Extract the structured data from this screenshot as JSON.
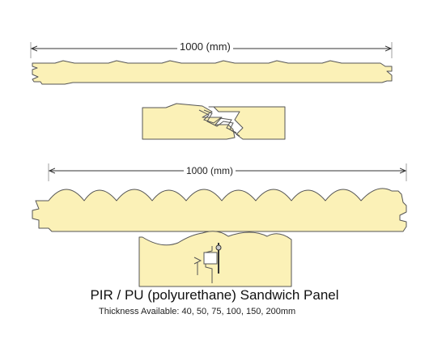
{
  "dimensions": {
    "top_width": "1000 (mm)",
    "bottom_width": "1000 (mm)"
  },
  "caption": {
    "title": "PIR / PU (polyurethane) Sandwich Panel",
    "thickness": "Thickness Available: 40, 50, 75, 100, 150, 200mm"
  },
  "colors": {
    "panel_core": "#fbf1b7",
    "outline": "#555555"
  }
}
